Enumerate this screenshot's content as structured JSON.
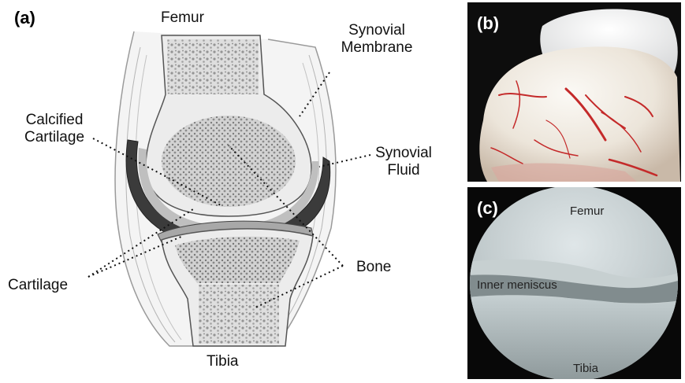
{
  "panel_a": {
    "letter": "(a)",
    "labels": {
      "femur": "Femur",
      "synovial_membrane_1": "Synovial",
      "synovial_membrane_2": "Membrane",
      "calcified_1": "Calcified",
      "calcified_2": "Cartilage",
      "synovial_fluid_1": "Synovial",
      "synovial_fluid_2": "Fluid",
      "cartilage": "Cartilage",
      "bone": "Bone",
      "tibia": "Tibia"
    }
  },
  "panel_b": {
    "letter": "(b)"
  },
  "panel_c": {
    "letter": "(c)",
    "femur": "Femur",
    "meniscus": "Inner meniscus",
    "tibia": "Tibia"
  },
  "colors": {
    "bone_fill": "#e3e3e3",
    "cartilage": "#bdbdbd",
    "fluid_dark": "#3a3a3a",
    "photo_cartilage": "#eeeae4",
    "vessel_red": "#c42a2a",
    "scope_light": "#c9d3d6"
  }
}
